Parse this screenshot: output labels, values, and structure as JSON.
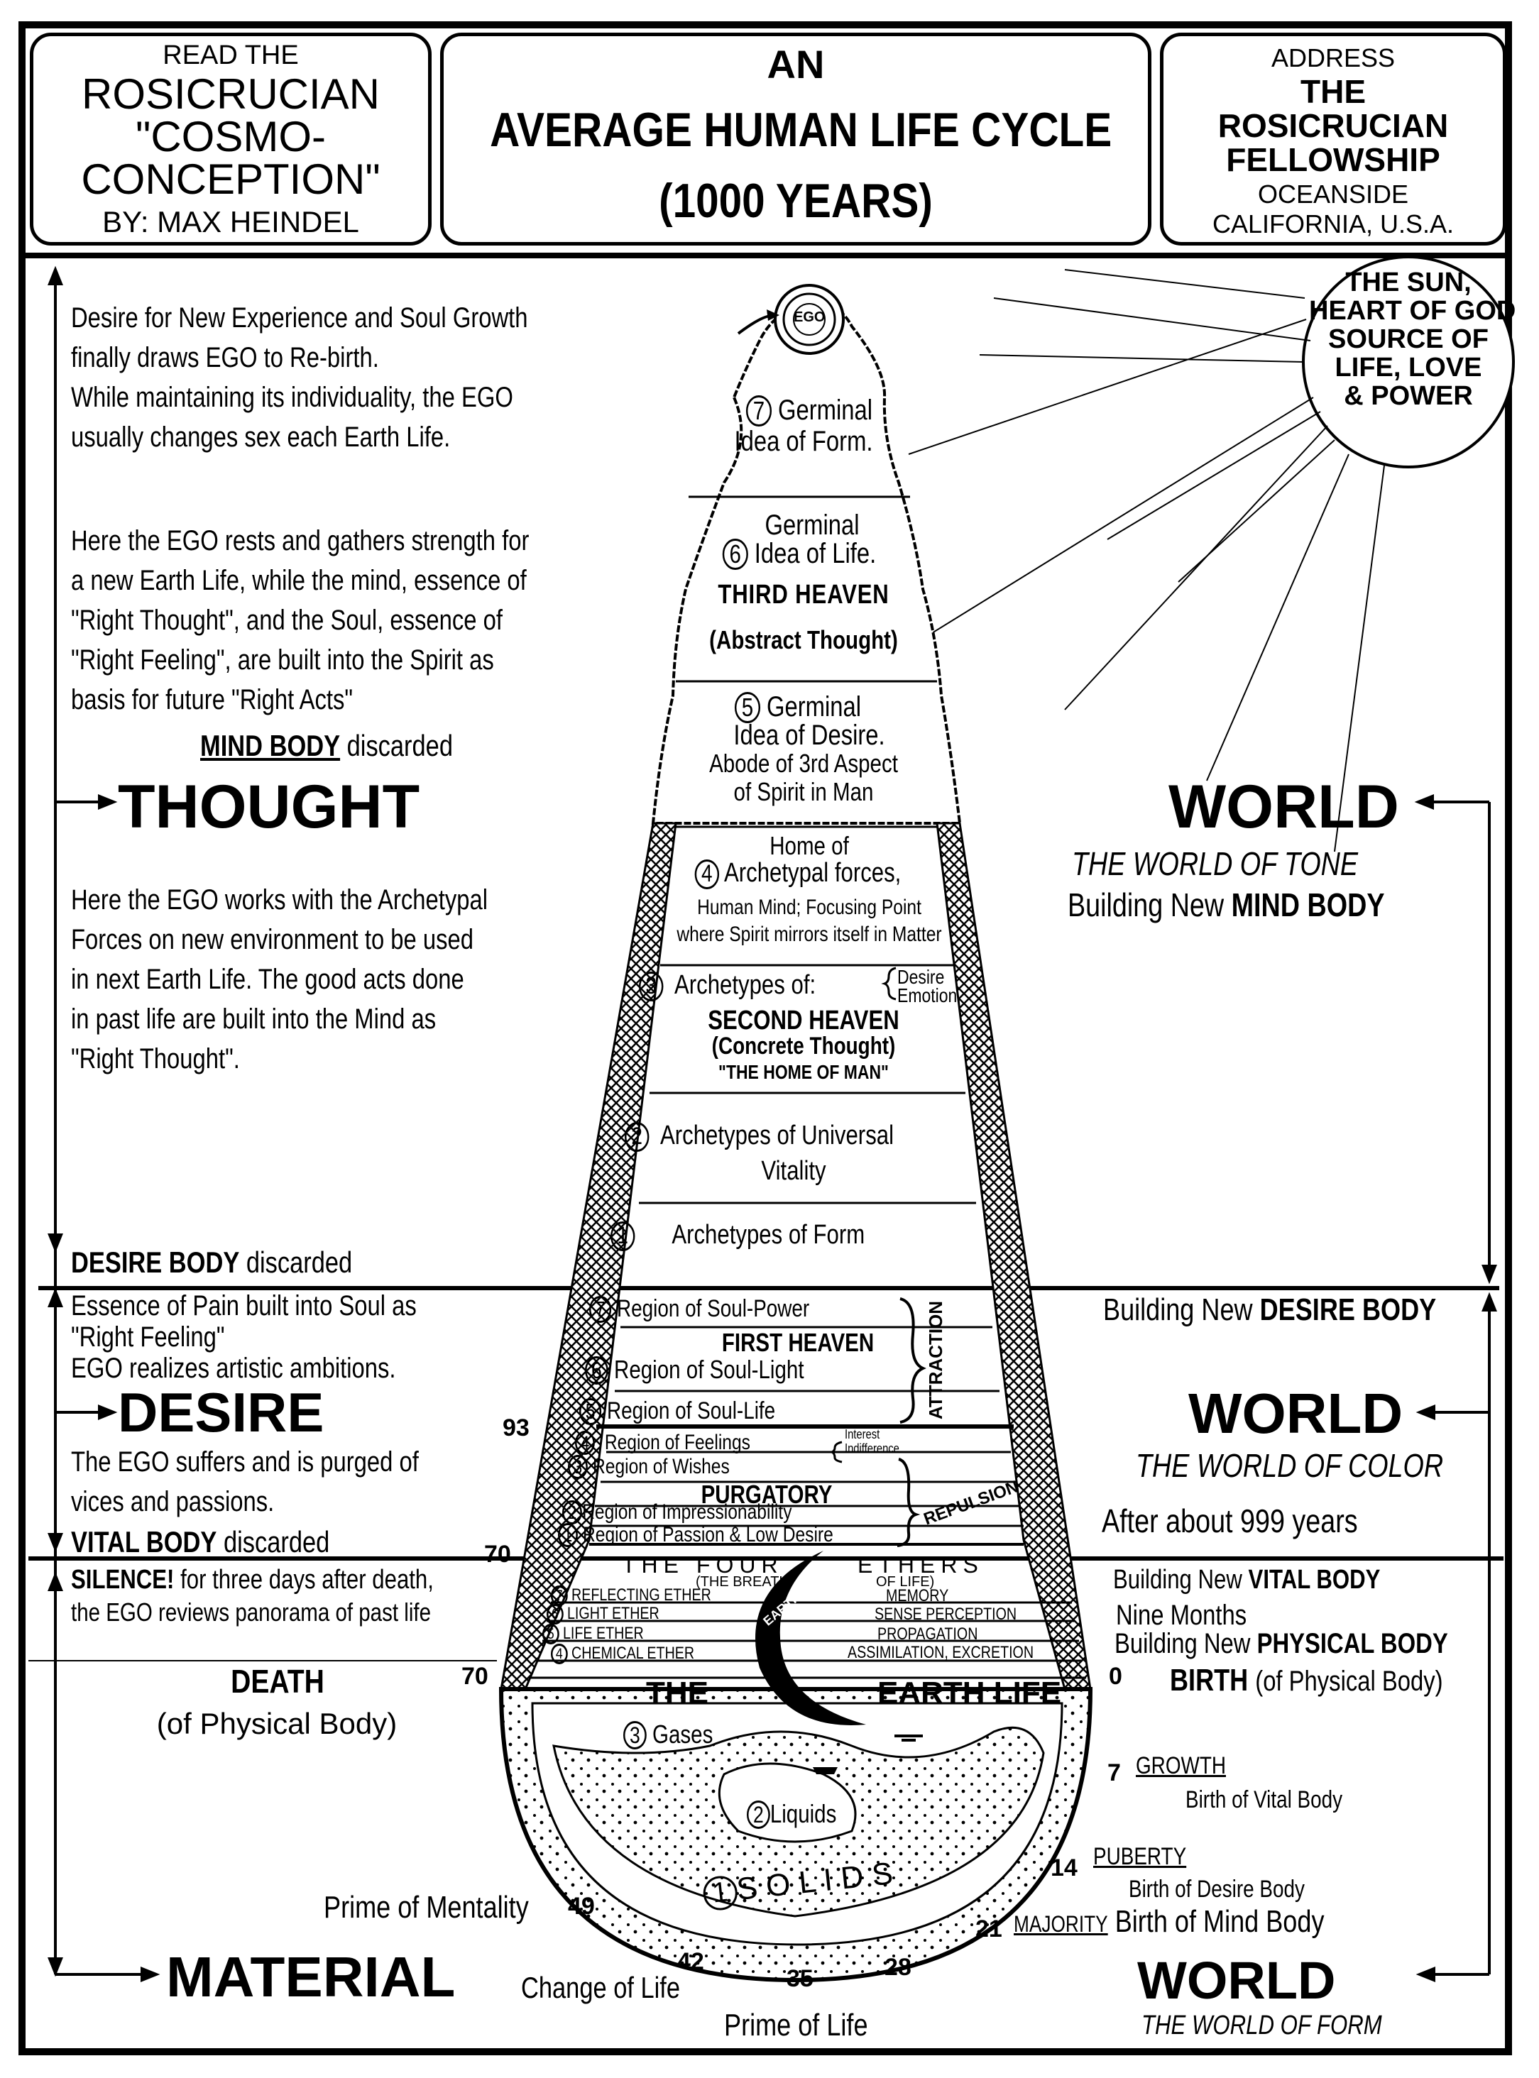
{
  "header": {
    "left": {
      "line1": "READ THE",
      "line2": "ROSICRUCIAN",
      "line3": "\"COSMO-",
      "line4": "CONCEPTION\"",
      "line5": "BY: MAX HEINDEL"
    },
    "center": {
      "line1": "AN",
      "line2": "AVERAGE  HUMAN  LIFE  CYCLE",
      "line3": "(1000 YEARS)"
    },
    "right": {
      "line1": "ADDRESS",
      "line2": "THE",
      "line3": "ROSICRUCIAN",
      "line4": "FELLOWSHIP",
      "line5": "OCEANSIDE",
      "line6": "CALIFORNIA, U.S.A."
    }
  },
  "sun": {
    "line1": "THE SUN,",
    "line2": "HEART OF GOD",
    "line3": "SOURCE OF",
    "line4": "LIFE, LOVE",
    "line5": "& POWER"
  },
  "left_text": {
    "p1": [
      "Desire for New Experience and Soul Growth",
      "finally draws EGO to Re-birth.",
      "While maintaining its individuality, the EGO",
      "usually changes sex each Earth Life."
    ],
    "p2": [
      "Here the EGO rests and gathers strength for",
      "a new Earth Life, while the mind, essence of",
      "\"Right Thought\", and the Soul, essence of",
      "\"Right Feeling\", are built into the Spirit as",
      "basis for future \"Right Acts\""
    ],
    "mind_body": "MIND BODY",
    "discarded": "discarded",
    "thought": "THOUGHT",
    "p3": [
      "Here the EGO works with the Archetypal",
      "Forces on new environment to be used",
      "in next Earth Life. The good acts done",
      "in past life are built into the Mind as",
      "\"Right Thought\"."
    ],
    "desire_body": "DESIRE BODY",
    "p4": [
      "Essence of Pain built into Soul as",
      "\"Right Feeling\"",
      "EGO realizes artistic ambitions."
    ],
    "desire": "DESIRE",
    "p5": [
      "The EGO suffers and is purged of",
      "vices and passions."
    ],
    "vital_body": "VITAL BODY",
    "silence": "SILENCE!",
    "silence_rest": "for three days after death,",
    "silence_line2": "the EGO reviews panorama of past life",
    "death": "DEATH",
    "death_sub": "(of Physical Body)",
    "prime_mentality": "Prime of Mentality",
    "material": "MATERIAL",
    "change_of_life": "Change of Life",
    "prime_of_life": "Prime of Life"
  },
  "right_text": {
    "world1": "WORLD",
    "world1_sub": "THE WORLD OF TONE",
    "building_mind_pre": "Building New",
    "building_mind": "MIND BODY",
    "building_desire_pre": "Building New",
    "building_desire": "DESIRE BODY",
    "world2": "WORLD",
    "world2_sub": "THE WORLD OF COLOR",
    "after": "After about 999 years",
    "building_vital_pre": "Building New",
    "building_vital": "VITAL BODY",
    "nine_months": "Nine Months",
    "building_physical_pre": "Building New",
    "building_physical": "PHYSICAL BODY",
    "birth": "BIRTH",
    "birth_sub": "(of Physical Body)",
    "growth": "GROWTH",
    "growth_sub": "Birth of Vital Body",
    "puberty": "PUBERTY",
    "puberty_sub": "Birth of Desire Body",
    "majority": "MAJORITY",
    "majority_sub": "Birth of Mind Body",
    "world3": "WORLD",
    "world3_sub": "THE WORLD OF FORM"
  },
  "ages": {
    "a93": "93",
    "a70a": "70",
    "a70b": "70",
    "a0": "0",
    "a7": "7",
    "a14": "14",
    "a21": "21",
    "a28": "28",
    "a35": "35",
    "a42": "42",
    "a49": "49"
  },
  "cone": {
    "ego": "EGO",
    "r7": {
      "num": "7",
      "l1": "Germinal",
      "l2": "Idea of Form."
    },
    "r6": {
      "num": "6",
      "l1": "Germinal",
      "l2": "Idea of Life."
    },
    "third_heaven": "THIRD HEAVEN",
    "abstract": "(Abstract Thought)",
    "r5": {
      "num": "5",
      "l1": "Germinal",
      "l2": "Idea of Desire.",
      "l3": "Abode of 3rd Aspect",
      "l4": "of Spirit in Man"
    },
    "r4": {
      "num": "4",
      "l1": "Home of",
      "l2": "Archetypal forces,",
      "l3": "Human Mind; Focusing Point",
      "l4": "where Spirit mirrors itself in Matter"
    },
    "r3": {
      "num": "3",
      "l1": "Archetypes of:",
      "desire": "Desire",
      "emotion": "Emotion"
    },
    "second_heaven": "SECOND HEAVEN",
    "concrete": "(Concrete Thought)",
    "home_of_man": "\"THE HOME OF MAN\"",
    "r2": {
      "num": "2",
      "l1": "Archetypes of Universal",
      "l2": "Vitality"
    },
    "r1": {
      "num": "1",
      "l1": "Archetypes of Form"
    },
    "d7": {
      "num": "7",
      "l1": "Region of Soul-Power"
    },
    "first_heaven": "FIRST HEAVEN",
    "d6": {
      "num": "6",
      "l1": "Region of Soul-Light"
    },
    "d5": {
      "num": "5",
      "l1": "Region of Soul-Life"
    },
    "attraction": "ATTRACTION",
    "d4": {
      "num": "4",
      "l1": "Region of Feelings",
      "interest": "Interest",
      "indifference": "Indifference"
    },
    "d3": {
      "num": "3",
      "l1": "Region of Wishes"
    },
    "purgatory": "PURGATORY",
    "d2": {
      "num": "2",
      "l1": "Region of Impressionability"
    },
    "d1": {
      "num": "1",
      "l1": "Region of Passion & Low Desire"
    },
    "repulsion": "REPULSION",
    "four_ethers_1": "THE   FOUR",
    "four_ethers_2": "ETHERS",
    "breath": "(THE BREATH",
    "of_life": "OF LIFE)",
    "e7": {
      "num": "7",
      "l": "REFLECTING ETHER",
      "r": "MEMORY"
    },
    "e6": {
      "num": "6",
      "l": "LIGHT ETHER",
      "r": "SENSE PERCEPTION"
    },
    "e5": {
      "num": "5",
      "l": "LIFE ETHER",
      "r": "PROPAGATION"
    },
    "e4": {
      "num": "4",
      "l": "CHEMICAL ETHER",
      "r": "ASSIMILATION, EXCRETION"
    },
    "the": "THE",
    "earth_life": "EARTH LIFE",
    "moon_text": "EARTH-LIFE",
    "gases": "Gases",
    "gases_num": "3",
    "liquids": "Liquids",
    "liquids_num": "2",
    "solids": "S O L I D S",
    "solids_num": "1"
  },
  "colors": {
    "ink": "#000000",
    "paper": "#ffffff"
  }
}
